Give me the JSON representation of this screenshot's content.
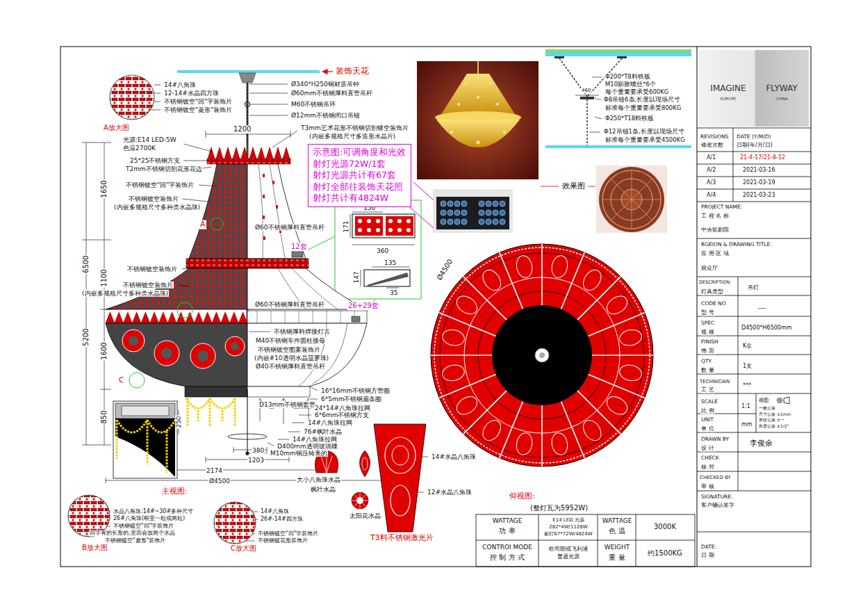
{
  "diagram": {
    "nodes": [
      {
        "text": [
          "示意图:可调角度和光效",
          "射灯光源72W/1套",
          "射灯光源共计有67套",
          "射灯全部往装饰天花照",
          "射灯共计有4824W"
        ]
      }
    ],
    "labels": [
      "14#八角珠",
      "12-14#水晶四方珠",
      "不锈钢镀空\"回\"字装饰片",
      "不锈钢镀空\"菱形\"装饰片",
      "A放大图",
      "装饰天花",
      "Ø340*H250铜材质吊钟",
      "Ø60mm不锈钢厚料直管吊杆",
      "M60不锈钢吊环",
      "Ø12mm不锈钢闭口吊链",
      "T3mm艺术花形不锈钢切割镂空装饰片",
      "(内嵌多规格尺寸多造形水晶片)",
      "1200",
      "光源:E14 LED-5W",
      "色温2700K",
      "25*25不锈钢方支",
      "T2mm不锈钢切割花形花边",
      "不锈钢镀空\"回\"字装饰片",
      "不锈钢镀空装饰片",
      "(内嵌多规格尺寸多种类水晶珠)",
      "A",
      "Ø60不锈钢厚料直管吊杆",
      "1650",
      "6500",
      "1100",
      "5200",
      "1600",
      "850",
      "不锈钢镀空装饰片",
      "不锈钢镀空装饰片",
      "(内嵌多规格尺寸多种类水晶珠)",
      "Ø60不锈钢厚料直管吊杆",
      "不锈钢厚料焊接灯古",
      "M40不锈钢车件圆柱接母",
      "不锈钢镀空图案装饰片",
      "(内嵌#10透明水晶菠萝珠)",
      "Ø40不锈钢厚料直管吊杆",
      "C",
      "16*16mm不锈钢方管圈",
      "6*5mm不锈钢扁条圈",
      "D13mm不锈钢套管",
      "24*14#八角珠拉网",
      "6*6mm不锈钢方支",
      "14#八角珠拉网",
      "76#枫叶水晶",
      "14#八角珠拉网",
      "D400mm透明玻璃碟",
      "M10mm铜压铸美的",
      "250",
      "380",
      "1203",
      "2174",
      "Ø4500",
      "主视图:",
      "大小八角珠水晶",
      "枫叶水晶",
      "太阳花水晶",
      "T3料不锈钢激光片",
      "14#水晶八角珠",
      "12#水晶八角珠",
      "150",
      "171",
      "360",
      "12套",
      "135",
      "147",
      "35",
      "26+29套",
      "效果图",
      "Ø4500",
      "仰视图:",
      "Φ200*T8料铁板",
      "M10膨胀螺丝*6个",
      "每个重量要承受600KG",
      "460",
      "Φ8吊链6条,长度以现场尺寸",
      "标准每个重量要承受800KG",
      "Φ250*T18料铁板",
      "Φ12吊链1条,长度以现场尺寸",
      "标准每个重量要承受4500KG",
      "水晶八角珠:14#~30#多种尺寸",
      "26#八角珠(框里一粒或两粒)",
      "不锈钢镀空\"回\"字装饰片",
      "回字有的长形的,里面会放两个水晶",
      "不锈钢镀空\"菱形\"装饰片",
      "B放大图",
      "14#八角珠",
      "26#-14#四方珠",
      "不锈钢镀空\"回\"字装饰片",
      "不锈钢镀花形装饰片",
      "C放大图",
      "(整灯瓦为5952W)",
      "WATTAGE",
      "功 率",
      "E14 LED 光源",
      "282*4W/1128W",
      "射灯67*72W/4824W",
      "WATTAGE",
      "色 温",
      "3000K",
      "CONTROI MODE",
      "控 制 方 式",
      "欧司朗或飞利浦",
      "普通光源",
      "WEIGHT",
      "重 量",
      "约1500KG",
      "IMAGINE",
      "FLYWAY",
      "EUROPE",
      "CHINA",
      "REVISIONS",
      "修改次数",
      "DATE (Y/M/D)",
      "日期(年/月/日)",
      "A/1",
      "21-4-17/21-8-12",
      "A/2",
      "2021-03-16",
      "A/3",
      "2021-03-19",
      "A/4",
      "2021-03-23",
      "PROJECT NAME:",
      "工 程 名 称",
      "中央歌剧院",
      "RGEION & DRAWING TITLE:",
      "应 用 区 域",
      "观众厅",
      "DESCRIPTION:",
      "灯具类型",
      "吊灯",
      "CODE NO",
      "型 号",
      "----",
      "SPEC",
      "规 格",
      "D4500*H6500mm",
      "FINISH",
      "饰 面",
      "K金",
      "QTY",
      "数 量",
      "1支",
      "TECHNICIAN",
      "工 艺",
      "***",
      "SCALE",
      "比 例",
      "1:1",
      "视图:",
      "一般公差",
      "尺寸公差 ±1mm",
      "形状公差 ±一",
      "角度公差 ±1/2°",
      "UNIT",
      "单 位",
      "mm",
      "DRAWN BY",
      "设 计",
      "李俊余",
      "CHECK",
      "核 对",
      "CHECKED BY",
      "审 核",
      "SIGNATURE:",
      "客户确认签字",
      "DATE:",
      "日 期"
    ]
  }
}
